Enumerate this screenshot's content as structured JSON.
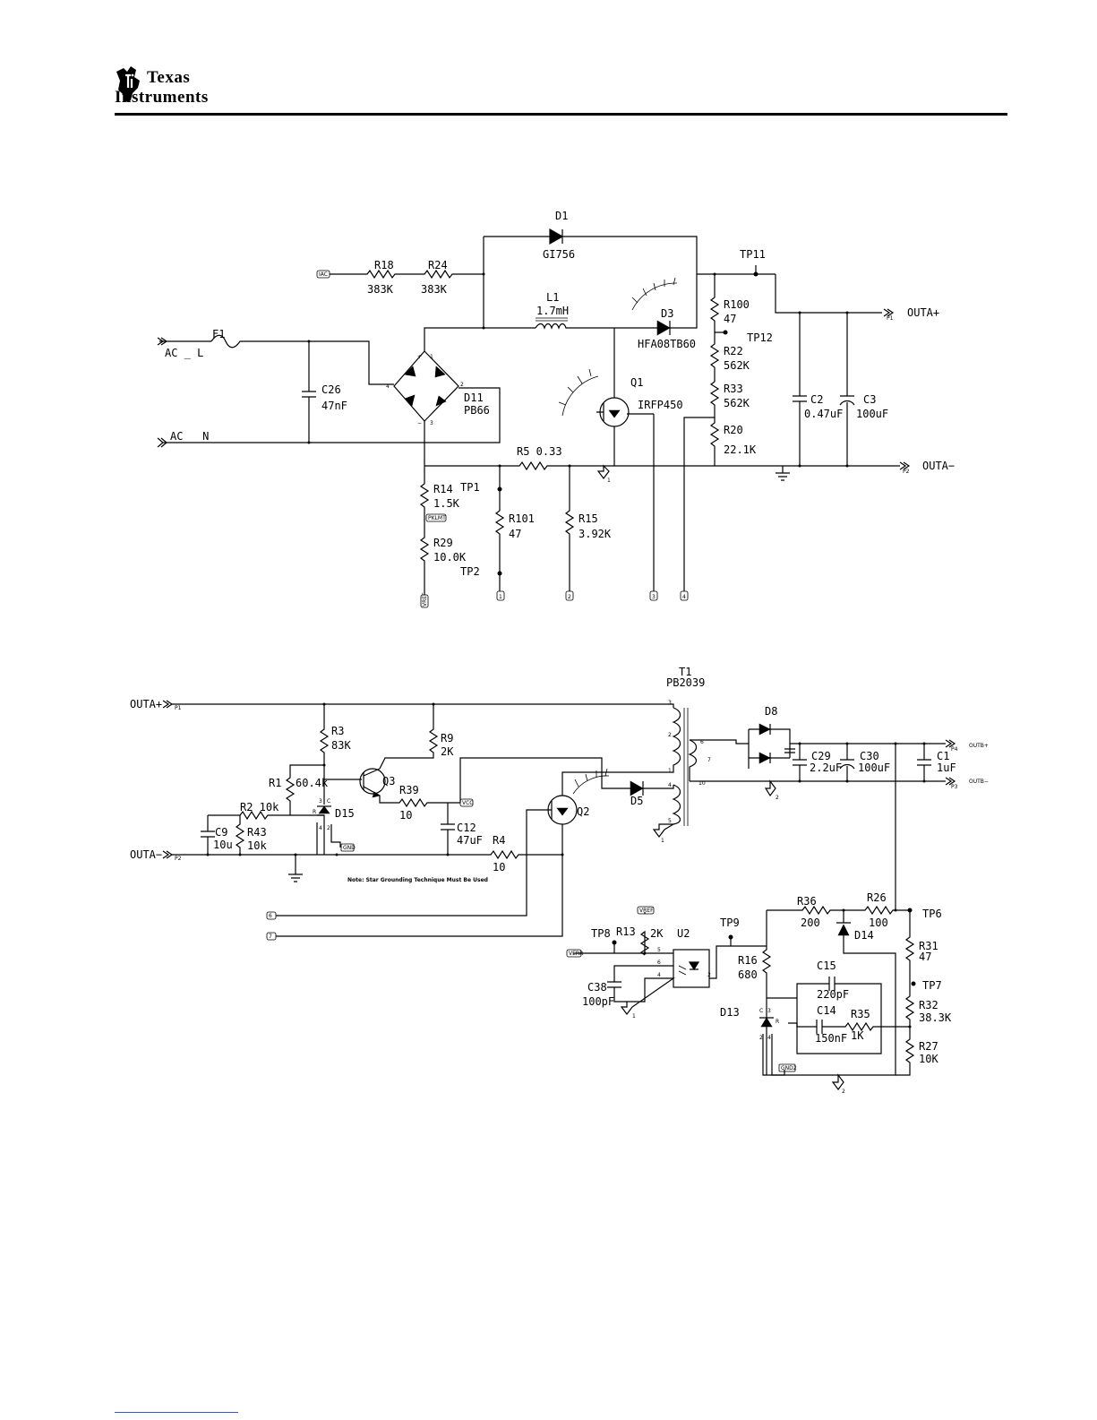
{
  "header": {
    "logo_line1": "Texas",
    "logo_line2": "Instruments"
  },
  "schematic_top": {
    "labels": {
      "D1": "D1",
      "D1_val": "GI756",
      "R18": "R18",
      "R18_val": "383K",
      "R24": "R24",
      "R24_val": "383K",
      "IAC": "IAC",
      "F1": "F1",
      "AC_L": "AC _ L",
      "AC_N": "AC _ N",
      "C26": "C26",
      "C26_val": "47nF",
      "D11": "D11",
      "D11_val": "PB66",
      "L1": "L1",
      "L1_val": "1.7mH",
      "D3": "D3",
      "D3_val": "HFA08TB60",
      "Q1": "Q1",
      "Q1_val": "IRFP450",
      "TP11": "TP11",
      "R100": "R100",
      "R100_val": "47",
      "TP12": "TP12",
      "R22": "R22",
      "R22_val": "562K",
      "R33": "R33",
      "R33_val": "562K",
      "R20": "R20",
      "R20_val": "22.1K",
      "C2": "C2",
      "C2_val": "0.47uF",
      "C3": "C3",
      "C3_val": "100uF",
      "OUTA_plus": "OUTA+",
      "OUTA_minus": "OUTA−",
      "P1": "P1",
      "P2": "P2",
      "R5": "R5 0.33",
      "R14": "R14",
      "R14_val": "1.5K",
      "TP1": "TP1",
      "R101": "R101",
      "R101_val": "47",
      "R15": "R15",
      "R15_val": "3.92K",
      "R29": "R29",
      "R29_val": "10.0K",
      "TP2": "TP2",
      "PKLMT": "PKLMT",
      "VREF": "VREF",
      "gnd1": "1",
      "pin_plus": "+",
      "pin_minus": "−",
      "pin1": "1",
      "pin2": "2",
      "pin3": "3",
      "pin4": "4",
      "off1": "1",
      "off2": "2",
      "off3": "3",
      "off4": "4"
    }
  },
  "schematic_bottom": {
    "labels": {
      "T1": "T1",
      "T1_val": "PB2039",
      "OUTA_plus": "OUTA+",
      "OUTA_minus": "OUTA−",
      "P1": "P1",
      "P2": "P2",
      "R3": "R3",
      "R3_val": "83K",
      "R9": "R9",
      "R9_val": "2K",
      "R1": "R1",
      "R1_val": "60.4k",
      "Q3": "Q3",
      "R39": "R39",
      "R39_val": "10",
      "VCC": "VCC",
      "R2": "R2 10k",
      "C9": "C9",
      "C9_val": "10u",
      "R43": "R43",
      "R43_val": "10k",
      "D15": "D15",
      "GND": "GND",
      "C12": "C12",
      "C12_val": "47uF",
      "R4": "R4",
      "R4_val": "10",
      "Q2": "Q2",
      "D5": "D5",
      "D8": "D8",
      "C29": "C29",
      "C29_val": "2.2uF",
      "C30": "C30",
      "C30_val": "100uF",
      "C1": "C1",
      "C1_val": "1uF",
      "OUTB_plus": "OUTB+",
      "OUTB_minus": "OUTB−",
      "P3": "P3",
      "P4": "P4",
      "note": "Note: Star Grounding Technique Must Be Used",
      "off6": "6",
      "off7": "7",
      "VREF": "VREF",
      "TP8": "TP8",
      "R13": "R13",
      "R13_val": "2K",
      "U2": "U2",
      "TP9": "TP9",
      "VERR": "VERR",
      "C38": "C38",
      "C38_val": "100pF",
      "R16": "R16",
      "R16_val": "680",
      "R36": "R36",
      "R36_val": "200",
      "R26": "R26",
      "R26_val": "100",
      "TP6": "TP6",
      "D14": "D14",
      "R31": "R31",
      "R31_val": "47",
      "TP7": "TP7",
      "C15": "C15",
      "C15_val": "220pF",
      "D13": "D13",
      "C14": "C14",
      "C14_val": "150nF",
      "R35": "R35",
      "R35_val": "1K",
      "R32": "R32",
      "R32_val": "38.3K",
      "R27": "R27",
      "R27_val": "10K",
      "GND2": "GND2",
      "gnd1": "1",
      "gnd2": "2",
      "t1_3": "3",
      "t1_2": "2",
      "t1_1": "1",
      "t1_4": "4",
      "t1_5": "5",
      "t1_6": "6",
      "t1_7": "7",
      "t1_10": "10",
      "u2_5": "5",
      "u2_6": "6",
      "u2_4": "4",
      "u2_2": "2",
      "d15_3": "3",
      "d15_c": "C",
      "d15_r": "R",
      "d15_4": "4",
      "d15_2": "2",
      "d13_c": "C",
      "d13_3": "3",
      "d13_r": "R",
      "d13_2": "2",
      "d13_4": "4"
    }
  }
}
